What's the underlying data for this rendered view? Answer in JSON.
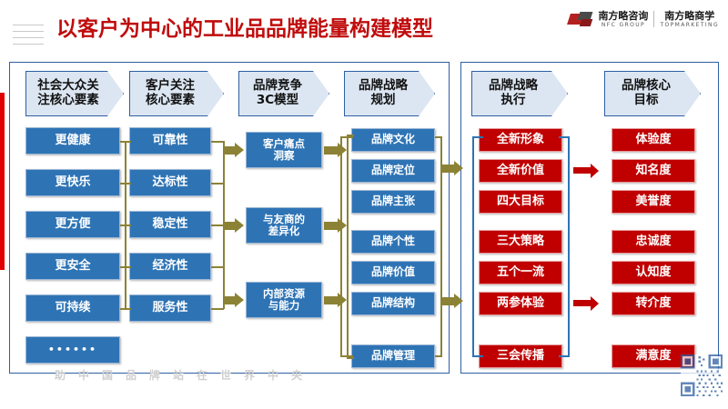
{
  "header": {
    "title": "以客户为中心的工业品品牌能量构建模型",
    "title_color": "#C00C0C",
    "logo": {
      "mark_name": "nfc-logo-mark",
      "left_cn": "南方略咨询",
      "left_en": "NFC GROUP",
      "right_cn": "南方略商学",
      "right_en": "TOPMARKETING"
    }
  },
  "theme": {
    "blue": "#2E74B5",
    "header_blue_fill": "#DCE6F2",
    "panel_border": "#2E5FA3",
    "red": "#C00000",
    "olive": "#8C8235",
    "accent_red_bar": "#E00000"
  },
  "stage_headers": [
    {
      "id": "stage-1",
      "line1": "社会大众关",
      "line2": "注核心要素"
    },
    {
      "id": "stage-2",
      "line1": "客户关注",
      "line2": "核心要素"
    },
    {
      "id": "stage-3",
      "line1": "品牌竞争",
      "line2": "3C模型"
    },
    {
      "id": "stage-4",
      "line1": "品牌战略",
      "line2": "规划"
    },
    {
      "id": "stage-5",
      "line1": "品牌战略",
      "line2": "执行"
    },
    {
      "id": "stage-6",
      "line1": "品牌核心",
      "line2": "目标"
    }
  ],
  "columns": {
    "public_focus": {
      "title_ref": "stage-1",
      "items": [
        "更健康",
        "更快乐",
        "更方便",
        "更安全",
        "可持续"
      ],
      "placeholder": "••••••"
    },
    "customer_focus": {
      "title_ref": "stage-2",
      "items": [
        "可靠性",
        "达标性",
        "稳定性",
        "经济性",
        "服务性"
      ]
    },
    "model_3c": {
      "title_ref": "stage-3",
      "items": [
        {
          "line1": "客户痛点",
          "line2": "洞察"
        },
        {
          "line1": "与友商的",
          "line2": "差异化"
        },
        {
          "line1": "内部资源",
          "line2": "与能力"
        }
      ]
    },
    "strategy_planning": {
      "title_ref": "stage-4",
      "items": [
        "品牌文化",
        "品牌定位",
        "品牌主张",
        "品牌个性",
        "品牌价值",
        "品牌结构",
        "品牌管理"
      ]
    },
    "strategy_execution": {
      "title_ref": "stage-5",
      "items": [
        "全新形象",
        "全新价值",
        "四大目标",
        "三大策略",
        "五个一流",
        "两参体验",
        "三会传播"
      ]
    },
    "core_goals": {
      "title_ref": "stage-6",
      "items": [
        "体验度",
        "知名度",
        "美誉度",
        "忠诚度",
        "认知度",
        "转介度",
        "满意度"
      ]
    }
  },
  "footer": {
    "watermark": "助中国品牌站在世界中央"
  }
}
